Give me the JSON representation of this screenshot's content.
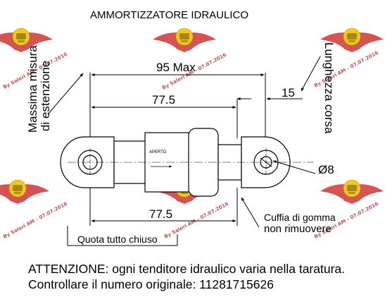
{
  "title": "AMMORTIZZATORE IDRAULICO",
  "labels": {
    "max_length": "95 Max",
    "nominal_length_top": "77.5",
    "nominal_length_bottom": "77.5",
    "stroke_value": "15",
    "stroke_label": "Lunghezza corsa",
    "max_extension_line1": "Massima misura",
    "max_extension_line2": "di estenzione",
    "diameter": "Ø8",
    "body_marking": "APERTO",
    "closed_dimension": "Quota tutto chiuso",
    "rubber_cap_line1": "Cuffia di gomma",
    "rubber_cap_line2": "non rimuovere"
  },
  "note": {
    "line1": "ATTENZIONE: ogni tenditore idraulico varia nella taratura.",
    "line2": "Controllare il numero originale:  11281715626"
  },
  "watermark": {
    "text": "By Saleri AM - 07.07.2016"
  },
  "colors": {
    "line": "#000000",
    "watermark_red": "#c0392b",
    "watermark_yellow": "#f2c200"
  }
}
